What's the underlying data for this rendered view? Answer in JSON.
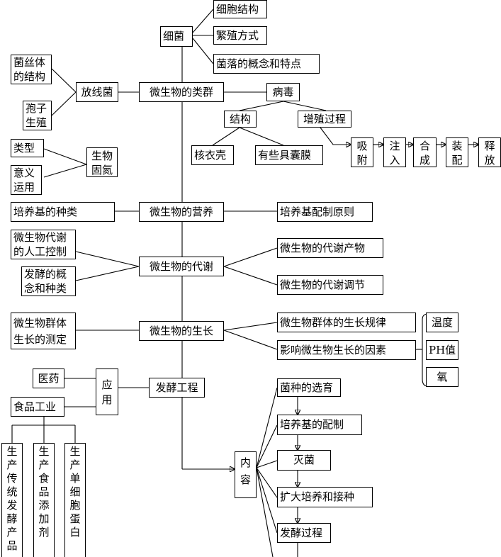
{
  "colors": {
    "line": "#000000",
    "box_border": "#000000",
    "text": "#000000",
    "background": "#ffffff"
  },
  "nodes": {
    "xijun": "细菌",
    "xibao_jiegou": "细胞结构",
    "fanzhi_fangshi": "繁殖方式",
    "junluo": "菌落的概念和特点",
    "junsiti": "菌丝体的结构",
    "fangxianjun": "放线菌",
    "baozi": "孢子生殖",
    "leiqun": "微生物的类群",
    "bingdu": "病毒",
    "jiegou": "结构",
    "zengzhi": "增殖过程",
    "hexiaoke": "核衣壳",
    "nangmo": "有些具囊膜",
    "xifu": "吸附",
    "zhuru": "注入",
    "hecheng": "合成",
    "zhuangpei": "装配",
    "shifang": "释放",
    "leixing": "类型",
    "yiyi": "意义运用",
    "shengwu_gudan": "生物固氮",
    "peiyangji_zhonglei": "培养基的种类",
    "yingyang": "微生物的营养",
    "peizhi_yuanze": "培养基配制原则",
    "rengong_kongzhi": "微生物代谢的人工控制",
    "fajiao_gainian": "发酵的概念和种类",
    "daixie": "微生物的代谢",
    "daixie_chanwu": "微生物的代谢产物",
    "daixie_tiaojie": "微生物的代谢调节",
    "shengzhang_ceding": "微生物群体生长的测定",
    "shengzhang": "微生物的生长",
    "shengzhang_guilv": "微生物群体的生长规律",
    "yingxiang_yinsu": "影响微生物生长的因素",
    "wendu": "温度",
    "ph": "PH值",
    "yang": "氧",
    "yiyao": "医药",
    "yingyong": "应用",
    "fajiao_gongcheng": "发酵工程",
    "shipin_gongye": "食品工业",
    "chuantong": "生产传统发酵产品",
    "tianjiaji": "生产食品添加剂",
    "danbai": "生产单细胞蛋白",
    "neirong": "内容",
    "junzhong": "菌种的选育",
    "peiyangji_peizhi": "培养基的配制",
    "miejun": "灭菌",
    "kuoda": "扩大培养和接种",
    "fajiao_guocheng": "发酵过程"
  }
}
